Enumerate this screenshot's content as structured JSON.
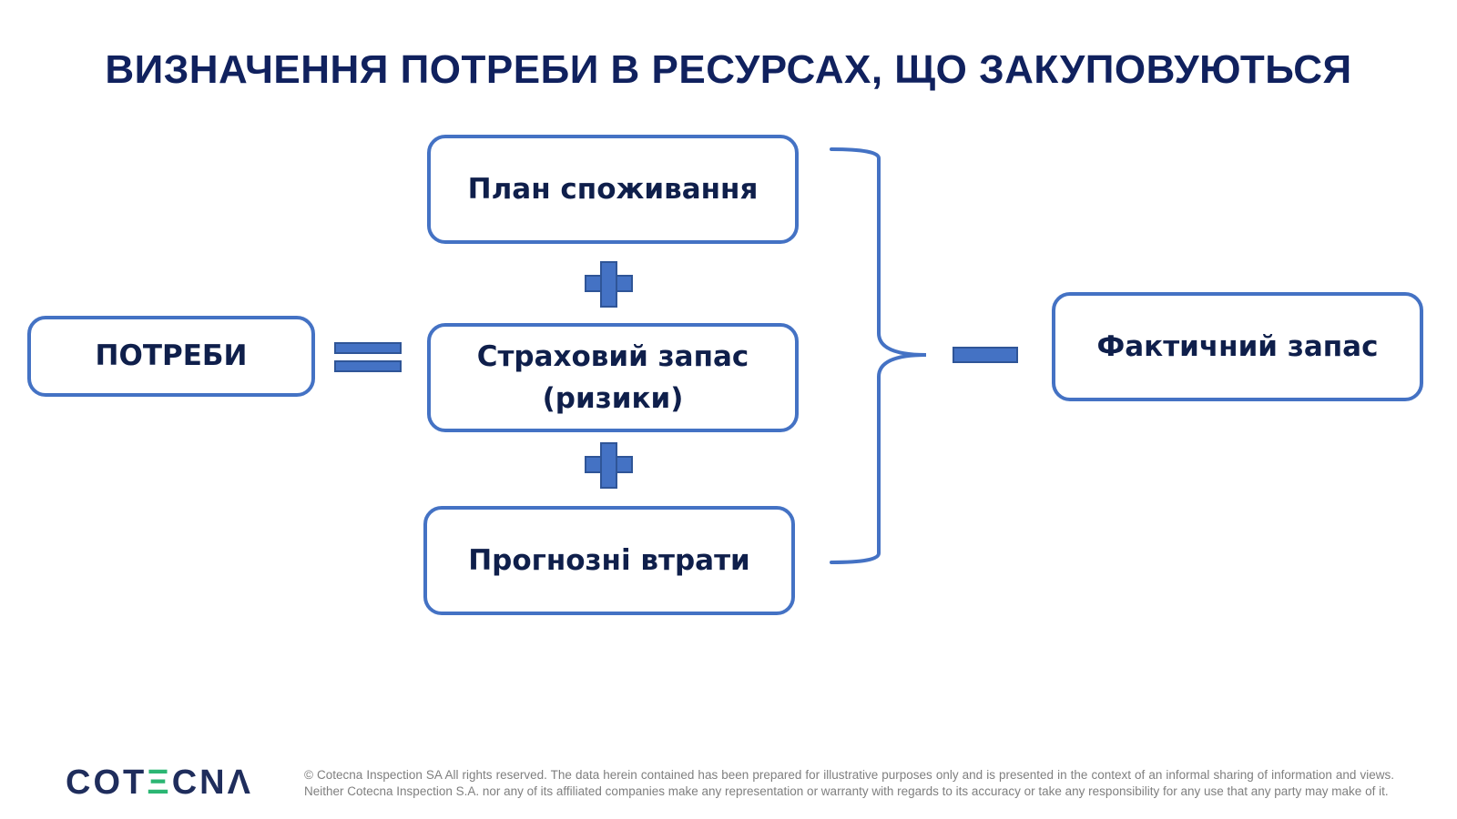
{
  "title": "ВИЗНАЧЕННЯ ПОТРЕБИ В РЕСУРСАХ, ЩО ЗАКУПОВУЮТЬСЯ",
  "boxes": {
    "needs": "ПОТРЕБИ",
    "consumption_plan": "План споживання",
    "safety_stock_line1": "Страховий запас",
    "safety_stock_line2": "(ризики)",
    "forecast_losses": "Прогнозні втрати",
    "actual_stock": "Фактичний запас"
  },
  "colors": {
    "box_border": "#4472c4",
    "title": "#10215e",
    "box_text": "#0f1f4b",
    "logo_dark": "#1f2d5c",
    "logo_accent": "#2bb673",
    "footer_text": "#7f7f7f"
  },
  "logo": {
    "part1": "COT",
    "part2": "Ξ",
    "part3": "CNΛ"
  },
  "footer": "© Cotecna Inspection SA All rights reserved.  The data herein contained has been prepared for illustrative purposes only and is presented in the context of an informal sharing of information and views. Neither Cotecna Inspection S.A. nor any of its affiliated companies make any representation or warranty with regards to its accuracy or take any responsibility for any use that any party may make of it."
}
